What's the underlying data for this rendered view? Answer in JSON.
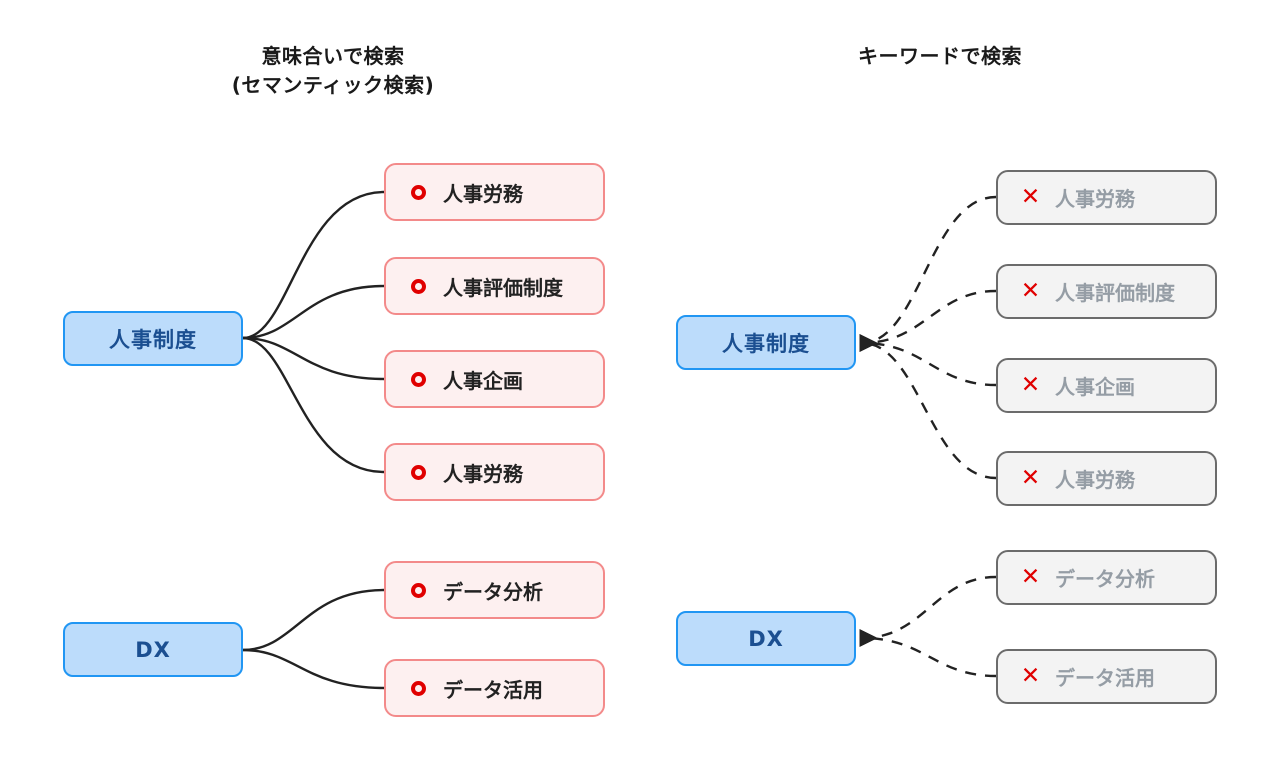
{
  "columns": [
    {
      "id": "semantic",
      "title_line1": "意味合いで検索",
      "title_line2": "(セマンティック検索)",
      "edge_style": "solid",
      "result_mark": "circle-o-icon",
      "groups": [
        {
          "root": "人事制度",
          "results": [
            "人事労務",
            "人事評価制度",
            "人事企画",
            "人事労務"
          ]
        },
        {
          "root": "DX",
          "results": [
            "データ分析",
            "データ活用"
          ]
        }
      ]
    },
    {
      "id": "keyword",
      "title_line1": "キーワードで検索",
      "title_line2": "",
      "edge_style": "dashed",
      "result_mark": "cross-x-icon",
      "groups": [
        {
          "root": "人事制度",
          "results": [
            "人事労務",
            "人事評価制度",
            "人事企画",
            "人事労務"
          ]
        },
        {
          "root": "DX",
          "results": [
            "データ分析",
            "データ活用"
          ]
        }
      ]
    }
  ],
  "marks": {
    "circle": "",
    "cross": "✕"
  },
  "colors": {
    "root_fill": "#bcdcfb",
    "root_border": "#2196f3",
    "root_text": "#1b4f91",
    "hit_fill": "#fdf0f0",
    "hit_border": "#f38a8a",
    "hit_text": "#222222",
    "miss_fill": "#f3f3f3",
    "miss_border": "#6b6b6b",
    "miss_text": "#959da5",
    "mark_red": "#e00000",
    "edge": "#222222",
    "background": "#ffffff"
  }
}
